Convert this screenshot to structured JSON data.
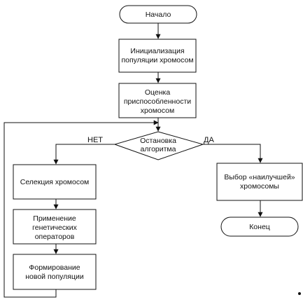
{
  "flowchart": {
    "start": "Начало",
    "init": [
      "Инициализация",
      "популяции хромосом"
    ],
    "fitness": [
      "Оценка",
      "приспособленности",
      "хромосом"
    ],
    "decision": [
      "Остановка",
      "алгоритма"
    ],
    "no_label": "НЕТ",
    "yes_label": "ДА",
    "selection": "Селекция хромосом",
    "operators": [
      "Применение",
      "генетических",
      "операторов"
    ],
    "new_population": [
      "Формирование",
      "новой популяции"
    ],
    "best": [
      "Выбор «наилучшей»",
      "хромосомы"
    ],
    "end": "Конец"
  },
  "colors": {
    "stroke": "#111111",
    "fill": "#ffffff"
  }
}
